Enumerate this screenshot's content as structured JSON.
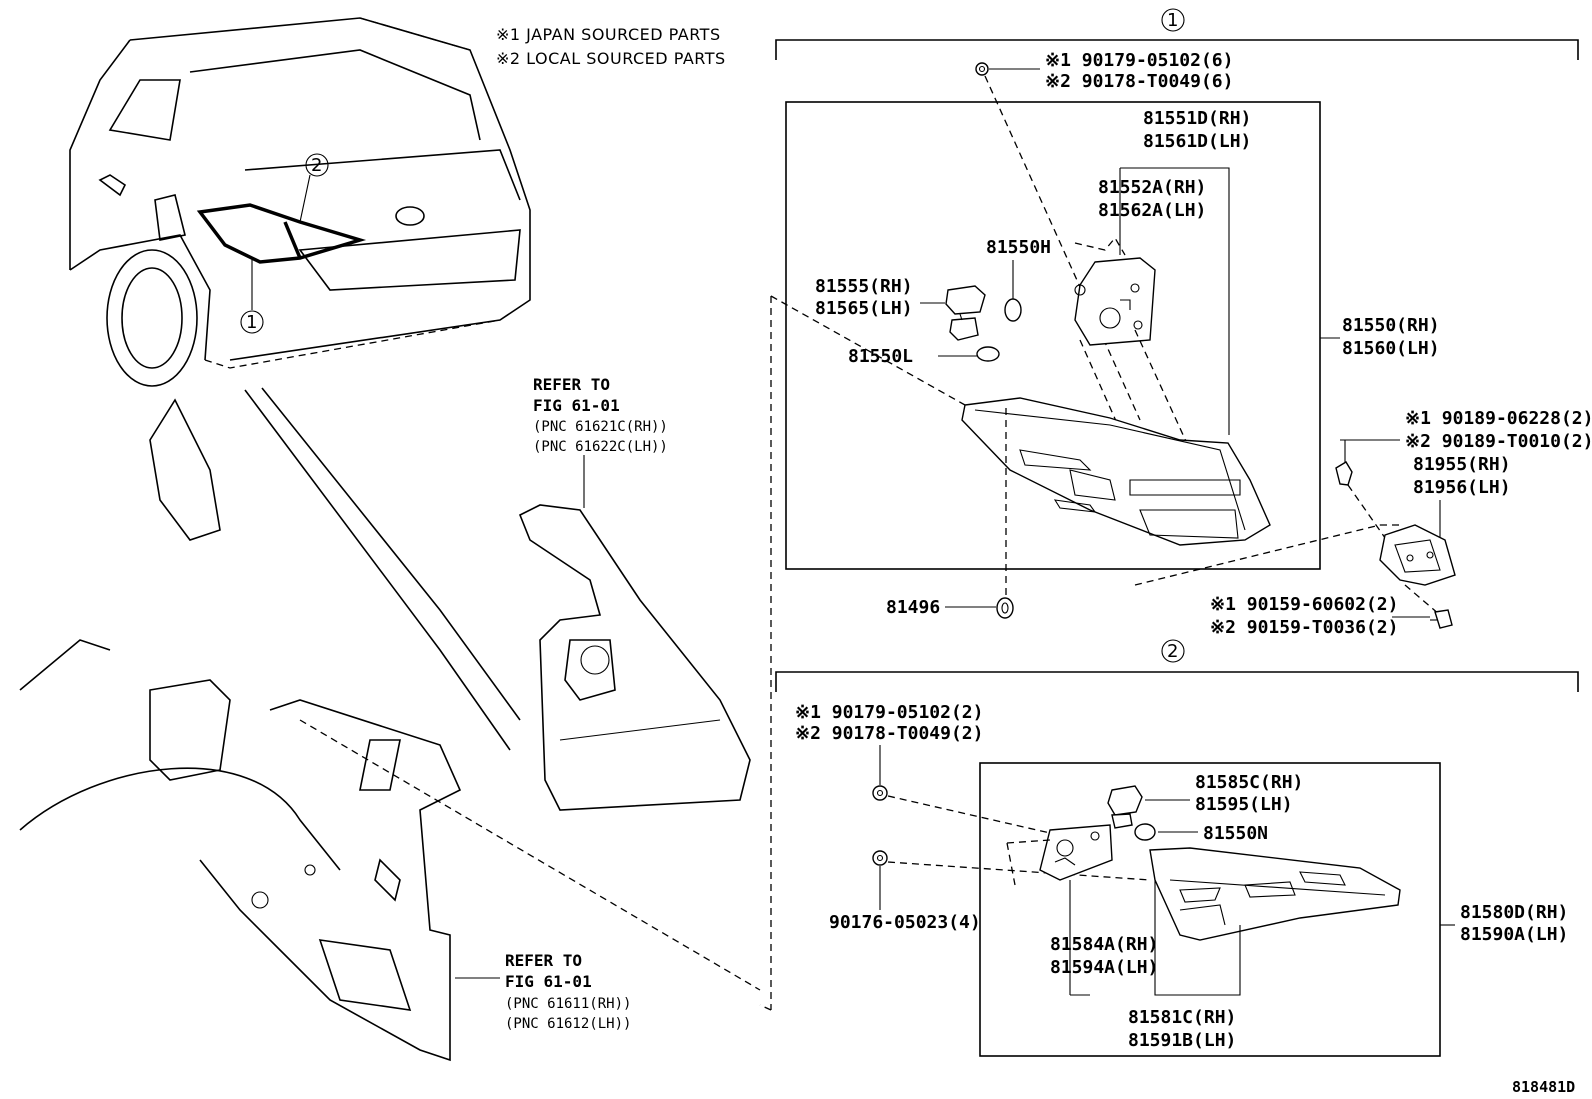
{
  "notes": {
    "japan": "※1 JAPAN SOURCED PARTS",
    "local": "※2 LOCAL SOURCED PARTS"
  },
  "group_markers": {
    "one": "1",
    "two": "2"
  },
  "refer_upper": {
    "line1": "REFER TO",
    "line2": "FIG 61-01",
    "pnc1": "(PNC 61621C(RH))",
    "pnc2": "(PNC 61622C(LH))"
  },
  "refer_lower": {
    "line1": "REFER TO",
    "line2": "FIG 61-01",
    "pnc1": "(PNC 61611(RH))",
    "pnc2": "(PNC 61612(LH))"
  },
  "group1": {
    "screw_top_1": "※1 90179-05102(6)",
    "screw_top_2": "※2 90178-T0049(6)",
    "lens_rh": "81551D(RH)",
    "lens_lh": "81561D(LH)",
    "gasket_rh": "81552A(RH)",
    "gasket_lh": "81562A(LH)",
    "bulb_h": "81550H",
    "socket_rh": "81555(RH)",
    "socket_lh": "81565(LH)",
    "bulb_l": "81550L",
    "lamp_rh": "81550(RH)",
    "lamp_lh": "81560(LH)",
    "clip_1": "※1 90189-06228(2)",
    "clip_2": "※2 90189-T0010(2)",
    "bracket_rh": "81955(RH)",
    "bracket_lh": "81956(LH)",
    "nut": "81496",
    "bolt_1": "※1 90159-60602(2)",
    "bolt_2": "※2 90159-T0036(2)"
  },
  "group2": {
    "screw_1": "※1 90179-05102(2)",
    "screw_2": "※2 90178-T0049(2)",
    "socket_rh": "81585C(RH)",
    "socket_lh": "81595(LH)",
    "bulb_n": "81550N",
    "screw_3": "90176-05023(4)",
    "lamp_rh": "81580D(RH)",
    "lamp_lh": "81590A(LH)",
    "gasket_rh": "81584A(RH)",
    "gasket_lh": "81594A(LH)",
    "lens_rh": "81581C(RH)",
    "lens_lh": "81591B(LH)"
  },
  "figure_id": "818481D"
}
